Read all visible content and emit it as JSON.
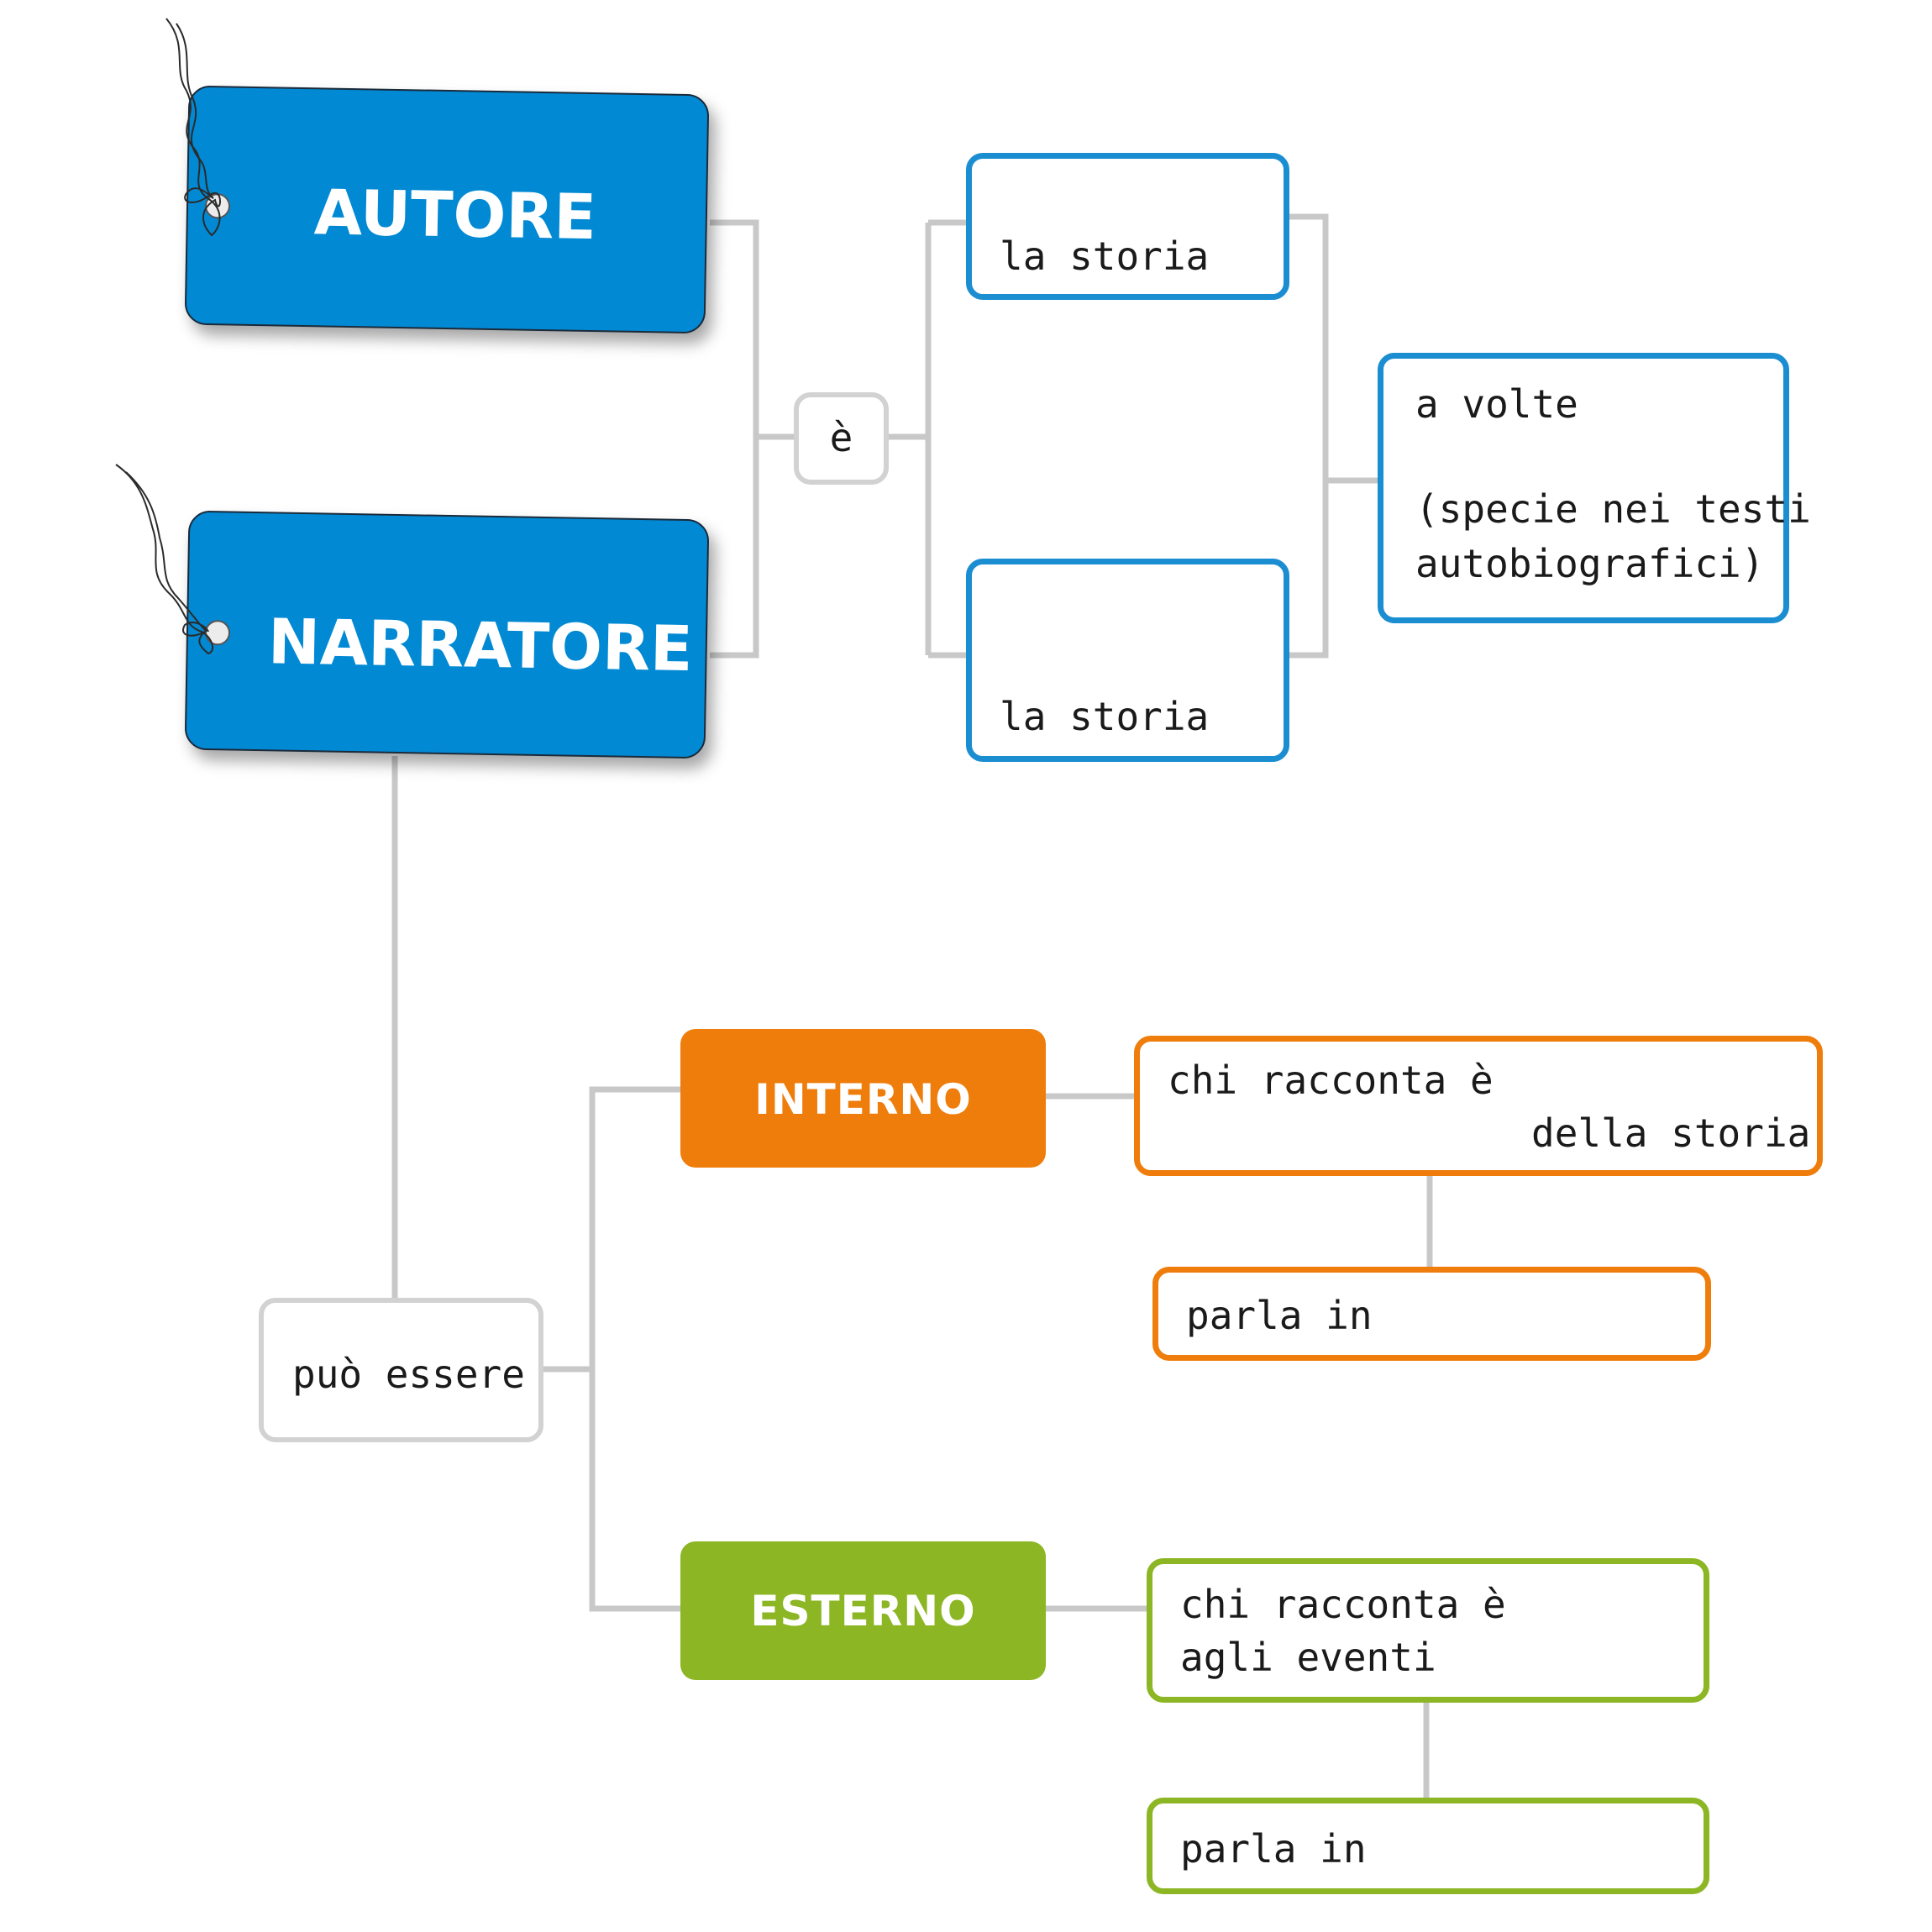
{
  "colors": {
    "tag_blue": "#0289d4",
    "tag_border": "#1a2a3a",
    "box_blue": "#1b8ed2",
    "orange": "#ef7d0b",
    "green": "#8cb624",
    "connector_gray": "#c8c8c8",
    "box_gray": "#d2d2d2"
  },
  "tags": {
    "autore": "AUTORE",
    "narratore": "NARRATORE"
  },
  "nodes": {
    "e": "è",
    "storia_1": "la storia",
    "storia_2": "la storia",
    "a_volte_line1": "a volte",
    "a_volte_line2": "(specie nei testi",
    "a_volte_line3": "autobiografici)",
    "puo_essere": "può essere",
    "interno": "INTERNO",
    "esterno": "ESTERNO",
    "interno_desc_line1": "chi racconta è",
    "interno_desc_line2": "della storia",
    "interno_parla": "parla in",
    "esterno_desc_line1": "chi racconta è",
    "esterno_desc_line2": "agli eventi",
    "esterno_parla": "parla in"
  }
}
